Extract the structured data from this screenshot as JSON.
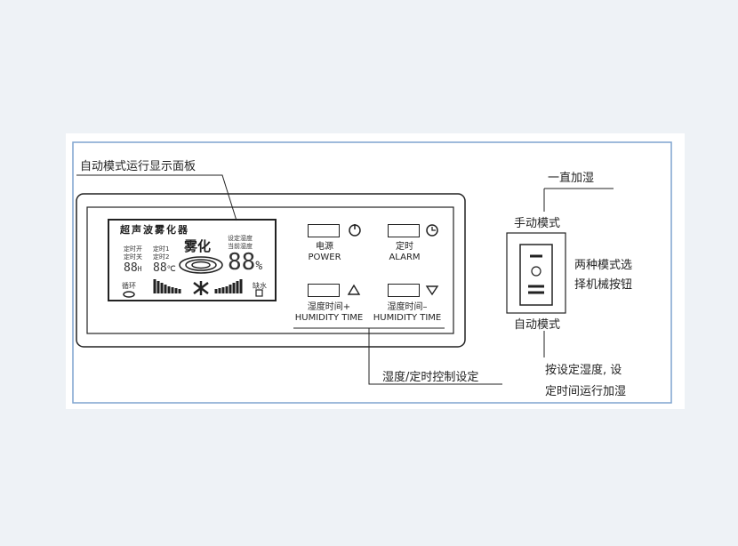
{
  "title_label": "自动模式运行显示面板",
  "lcd": {
    "brand": "超声波雾化器",
    "timer_on": "定时开",
    "timer_off": "定时关",
    "timer1": "定时1",
    "timer2": "定时2",
    "mist": "雾化",
    "set_humidity": "设定湿度",
    "current_humidity": "当前湿度",
    "hours": "88",
    "hours_unit": "H",
    "temp": "88",
    "temp_unit": "℃",
    "humidity": "88",
    "humidity_unit": "%",
    "cycle": "循环",
    "no_water": "缺水"
  },
  "buttons": [
    {
      "cn": "电源",
      "en": "POWER",
      "icon": "power-icon"
    },
    {
      "cn": "定时",
      "en": "ALARM",
      "icon": "clock-icon"
    },
    {
      "cn": "湿度时间+",
      "en": "HUMIDITY TIME",
      "icon": "triangle-up-icon"
    },
    {
      "cn": "湿度时间–",
      "en": "HUMIDITY TIME",
      "icon": "triangle-down-icon"
    }
  ],
  "control_label": "湿度/定时控制设定",
  "switch": {
    "top_label": "手动模式",
    "bottom_label": "自动模式",
    "continuous": "一直加湿",
    "desc_line1": "两种模式选",
    "desc_line2": "择机械按钮",
    "auto_line1": "按设定湿度, 设",
    "auto_line2": "定时间运行加湿"
  }
}
